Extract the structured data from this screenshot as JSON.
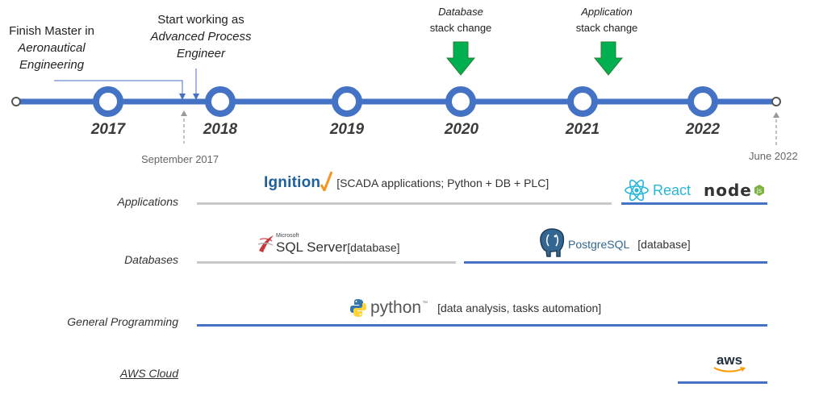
{
  "timeline": {
    "years": [
      "2017",
      "2018",
      "2019",
      "2020",
      "2021",
      "2022"
    ],
    "start_label": "September 2017",
    "end_label": "June 2022"
  },
  "annotations": {
    "master_line1": "Finish Master in",
    "master_line2": "Aeronautical",
    "master_line3": "Engineering",
    "work_line1": "Start working as",
    "work_line2": "Advanced Process",
    "work_line3": "Engineer",
    "db_change_line1": "Database",
    "db_change_line2": "stack change",
    "app_change_line1": "Application",
    "app_change_line2": "stack change"
  },
  "categories": {
    "applications": "Applications",
    "databases": "Databases",
    "general_programming": "General Programming",
    "aws_cloud": "AWS Cloud"
  },
  "tools": {
    "ignition": {
      "name": "Ignition",
      "note": "[SCADA applications; Python + DB + PLC]"
    },
    "sqlserver": {
      "brand_small": "Microsoft",
      "name": "SQL Server",
      "note": "[database]"
    },
    "postgres": {
      "name": "PostgreSQL",
      "note": "[database]"
    },
    "python": {
      "name": "python",
      "tm": "™",
      "note": "[data analysis, tasks automation]"
    },
    "react": {
      "name": "React"
    },
    "node": {
      "name": "node"
    },
    "aws": {
      "name": "aws"
    }
  },
  "colors": {
    "timeline_blue": "#4472c4",
    "arrow_green": "#00b050",
    "gray_bar": "#c8c8c8"
  }
}
